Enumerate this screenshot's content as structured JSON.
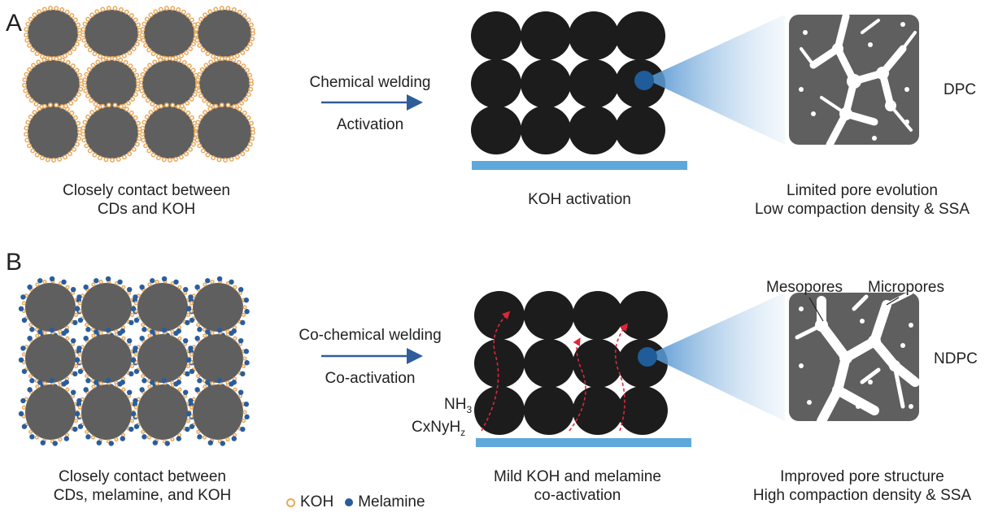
{
  "panels": {
    "a": {
      "letter": "A",
      "left_caption": [
        "Closely contact between",
        "CDs and KOH"
      ],
      "arrow_top": "Chemical welding",
      "arrow_bottom": "Activation",
      "mid_caption": "KOH activation",
      "product": "DPC",
      "right_caption": [
        "Limited pore evolution",
        "Low compaction density & SSA"
      ]
    },
    "b": {
      "letter": "B",
      "left_caption": [
        "Closely contact between",
        "CDs, melamine, and KOH"
      ],
      "arrow_top": "Co-chemical welding",
      "arrow_bottom": "Co-activation",
      "gas1": "NH",
      "gas1_sub": "3",
      "gas2": "CxNyH",
      "gas2_sub": "z",
      "mid_caption": [
        "Mild KOH and melamine",
        "co-activation"
      ],
      "product": "NDPC",
      "pore_label_1": "Mesopores",
      "pore_label_2": "Micropores",
      "right_caption": [
        "Improved pore structure",
        "High compaction density & SSA"
      ]
    }
  },
  "legend": {
    "koh": "KOH",
    "melamine": "Melamine"
  },
  "colors": {
    "cd_gray": "#5f5f5f",
    "koh_orange": "#e8a95c",
    "melamine_blue": "#2a5d9c",
    "carbon_black": "#1c1c1c",
    "substrate_blue": "#5fa8dc",
    "pore_white": "#ffffff",
    "arrow_blue": "#2f5d9a",
    "gas_red": "#e0263a"
  }
}
